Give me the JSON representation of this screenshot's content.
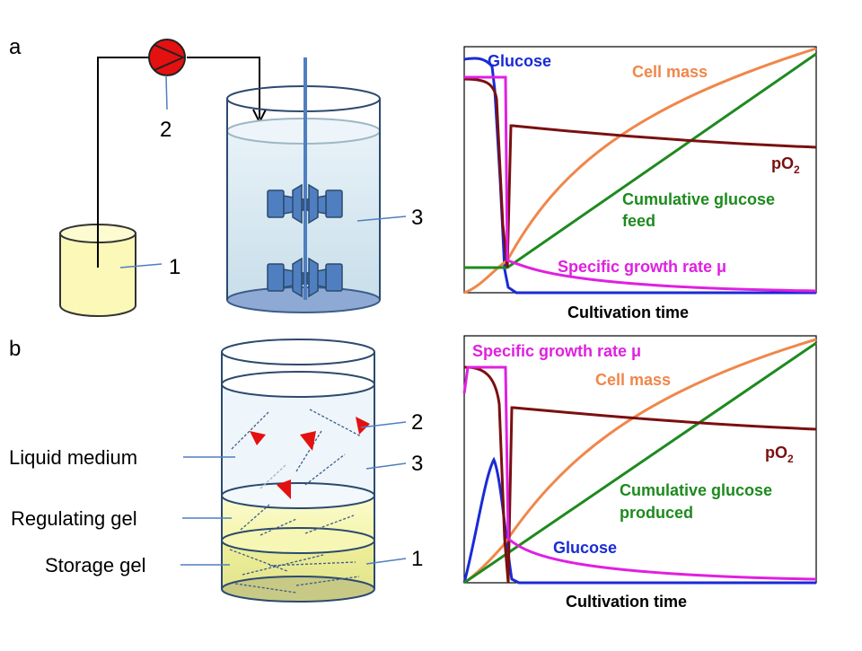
{
  "panel_a": {
    "label": "a",
    "callouts": [
      "1",
      "2",
      "3"
    ],
    "chart": {
      "xlabel": "Cultivation time",
      "series": [
        {
          "name": "Glucose",
          "color": "#1a2bd6"
        },
        {
          "name": "Cell mass",
          "color": "#f0874a"
        },
        {
          "name": "pO",
          "sub": "2",
          "color": "#7a1010"
        },
        {
          "name": "Cumulative glucose",
          "name2": "feed",
          "color": "#1e8a1e"
        },
        {
          "name": "Specific growth rate μ",
          "color": "#e020e0"
        }
      ]
    }
  },
  "panel_b": {
    "label": "b",
    "callouts": [
      "1",
      "2",
      "3"
    ],
    "layers": [
      "Liquid medium",
      "Regulating gel",
      "Storage gel"
    ],
    "chart": {
      "xlabel": "Cultivation time",
      "series": [
        {
          "name": "Specific growth rate μ",
          "color": "#e020e0"
        },
        {
          "name": "Cell mass",
          "color": "#f0874a"
        },
        {
          "name": "pO",
          "sub": "2",
          "color": "#7a1010"
        },
        {
          "name": "Cumulative glucose",
          "name2": "produced",
          "color": "#1e8a1e"
        },
        {
          "name": "Glucose",
          "color": "#1a2bd6"
        }
      ]
    }
  }
}
